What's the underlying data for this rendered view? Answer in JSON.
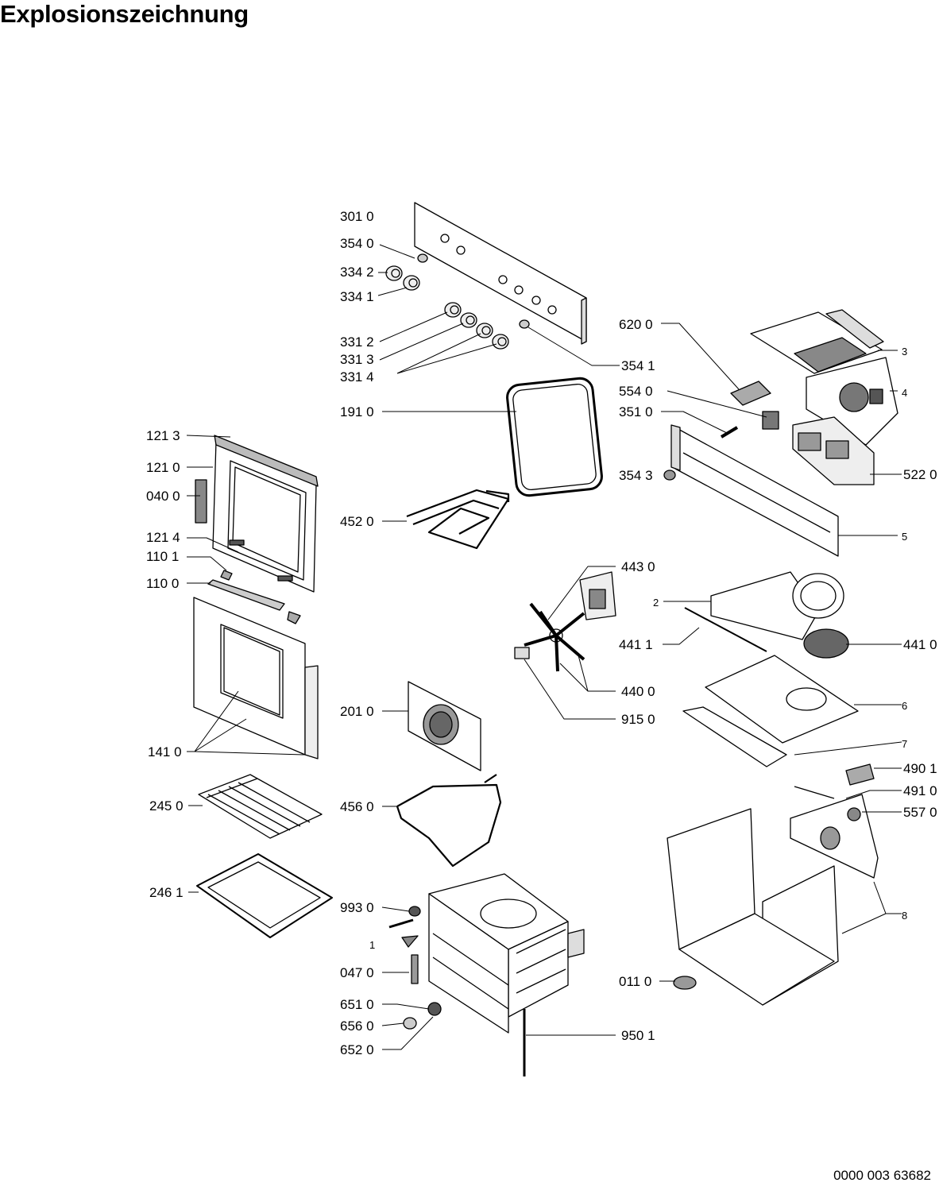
{
  "title": "Explosionszeichnung",
  "document_number": "0000 003 63682",
  "part_labels": [
    {
      "id": "p301-0",
      "text": "301 0"
    },
    {
      "id": "p354-0",
      "text": "354 0"
    },
    {
      "id": "p334-2",
      "text": "334 2"
    },
    {
      "id": "p334-1",
      "text": "334 1"
    },
    {
      "id": "p331-2",
      "text": "331 2"
    },
    {
      "id": "p331-3",
      "text": "331 3"
    },
    {
      "id": "p331-4",
      "text": "331 4"
    },
    {
      "id": "p354-1",
      "text": "354 1"
    },
    {
      "id": "p620-0",
      "text": "620 0"
    },
    {
      "id": "p554-0",
      "text": "554 0"
    },
    {
      "id": "p351-0",
      "text": "351 0"
    },
    {
      "id": "p354-3",
      "text": "354 3"
    },
    {
      "id": "p522-0",
      "text": "522 0"
    },
    {
      "id": "p3",
      "text": "3"
    },
    {
      "id": "p4",
      "text": "4"
    },
    {
      "id": "p5",
      "text": "5"
    },
    {
      "id": "p191-0",
      "text": "191 0"
    },
    {
      "id": "p121-3",
      "text": "121 3"
    },
    {
      "id": "p121-0",
      "text": "121 0"
    },
    {
      "id": "p040-0",
      "text": "040 0"
    },
    {
      "id": "p121-4",
      "text": "121 4"
    },
    {
      "id": "p110-1",
      "text": "110 1"
    },
    {
      "id": "p110-0",
      "text": "110 0"
    },
    {
      "id": "p452-0",
      "text": "452 0"
    },
    {
      "id": "p443-0",
      "text": "443 0"
    },
    {
      "id": "p2",
      "text": "2"
    },
    {
      "id": "p441-1",
      "text": "441 1"
    },
    {
      "id": "p441-0",
      "text": "441 0"
    },
    {
      "id": "p440-0",
      "text": "440 0"
    },
    {
      "id": "p915-0",
      "text": "915 0"
    },
    {
      "id": "p6",
      "text": "6"
    },
    {
      "id": "p7",
      "text": "7"
    },
    {
      "id": "p201-0",
      "text": "201 0"
    },
    {
      "id": "p141-0",
      "text": "141 0"
    },
    {
      "id": "p490-1",
      "text": "490 1"
    },
    {
      "id": "p491-0",
      "text": "491 0"
    },
    {
      "id": "p557-0",
      "text": "557 0"
    },
    {
      "id": "p245-0",
      "text": "245 0"
    },
    {
      "id": "p456-0",
      "text": "456 0"
    },
    {
      "id": "p8",
      "text": "8"
    },
    {
      "id": "p246-1",
      "text": "246 1"
    },
    {
      "id": "p993-0",
      "text": "993 0"
    },
    {
      "id": "p1",
      "text": "1"
    },
    {
      "id": "p047-0",
      "text": "047 0"
    },
    {
      "id": "p011-0",
      "text": "011 0"
    },
    {
      "id": "p651-0",
      "text": "651 0"
    },
    {
      "id": "p656-0",
      "text": "656 0"
    },
    {
      "id": "p652-0",
      "text": "652 0"
    },
    {
      "id": "p950-1",
      "text": "950 1"
    }
  ]
}
